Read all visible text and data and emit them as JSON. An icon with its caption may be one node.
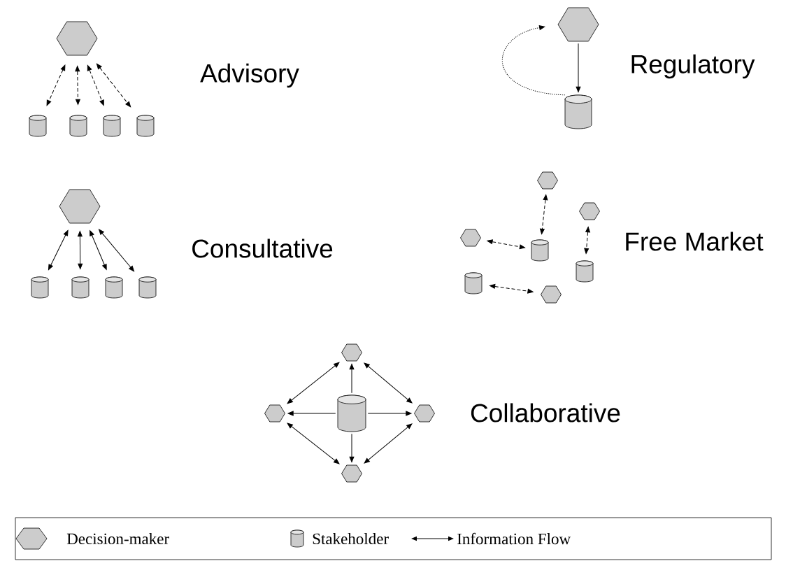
{
  "diagram": {
    "nodes": [
      {
        "text": [],
        "shape": "hexagon"
      },
      {
        "text": [],
        "shape": "cylinder"
      },
      {
        "text": [],
        "shape": "cylinder"
      },
      {
        "text": [],
        "shape": "cylinder"
      },
      {
        "text": [],
        "shape": "cylinder"
      },
      {
        "text": [],
        "shape": "hexagon"
      },
      {
        "text": [],
        "shape": "cylinder"
      },
      {
        "text": [],
        "shape": "hexagon"
      },
      {
        "text": [],
        "shape": "cylinder"
      },
      {
        "text": [],
        "shape": "cylinder"
      },
      {
        "text": [],
        "shape": "cylinder"
      },
      {
        "text": [],
        "shape": "cylinder"
      },
      {
        "text": [],
        "shape": "hexagon"
      },
      {
        "text": [],
        "shape": "hexagon"
      },
      {
        "text": [],
        "shape": "hexagon"
      },
      {
        "text": [],
        "shape": "cylinder"
      },
      {
        "text": [],
        "shape": "cylinder"
      },
      {
        "text": [],
        "shape": "cylinder"
      },
      {
        "text": [],
        "shape": "hexagon"
      },
      {
        "text": [],
        "shape": "cylinder"
      },
      {
        "text": [],
        "shape": "hexagon"
      },
      {
        "text": [],
        "shape": "hexagon"
      },
      {
        "text": [],
        "shape": "hexagon"
      },
      {
        "text": [],
        "shape": "hexagon"
      }
    ],
    "edges": [
      {
        "from": 0,
        "to": 1,
        "arrow": "both",
        "style": "dashed"
      },
      {
        "from": 0,
        "to": 2,
        "arrow": "both",
        "style": "dashed"
      },
      {
        "from": 0,
        "to": 3,
        "arrow": "both",
        "style": "dashed"
      },
      {
        "from": 0,
        "to": 4,
        "arrow": "both",
        "style": "dashed"
      },
      {
        "from": 5,
        "to": 6,
        "arrow": "to"
      },
      {
        "from": 6,
        "to": 5,
        "arrow": "to",
        "style": "dashed"
      },
      {
        "from": 7,
        "to": 8,
        "arrow": "both"
      },
      {
        "from": 7,
        "to": 9,
        "arrow": "both"
      },
      {
        "from": 7,
        "to": 10,
        "arrow": "both"
      },
      {
        "from": 7,
        "to": 11,
        "arrow": "both"
      },
      {
        "from": 12,
        "to": 15,
        "arrow": "both",
        "style": "dashed"
      },
      {
        "from": 14,
        "to": 15,
        "arrow": "both",
        "style": "dashed"
      },
      {
        "from": 13,
        "to": 16,
        "arrow": "both",
        "style": "dashed"
      },
      {
        "from": 17,
        "to": 18,
        "arrow": "both",
        "style": "dashed"
      },
      {
        "from": 19,
        "to": 20,
        "arrow": "to"
      },
      {
        "from": 19,
        "to": 21,
        "arrow": "to"
      },
      {
        "from": 19,
        "to": 22,
        "arrow": "to"
      },
      {
        "from": 19,
        "to": 23,
        "arrow": "to"
      },
      {
        "from": 20,
        "to": 21,
        "arrow": "both"
      },
      {
        "from": 20,
        "to": 22,
        "arrow": "both"
      },
      {
        "from": 21,
        "to": 23,
        "arrow": "both"
      },
      {
        "from": 22,
        "to": 23,
        "arrow": "both"
      }
    ],
    "labels": [
      "Advisory",
      "Regulatory",
      "Consultative",
      "Free Market",
      "Collaborative"
    ],
    "legend": [
      {
        "text": "Decision-maker"
      },
      {
        "text": "Stakeholder"
      },
      {
        "text": "Information Flow"
      }
    ]
  }
}
